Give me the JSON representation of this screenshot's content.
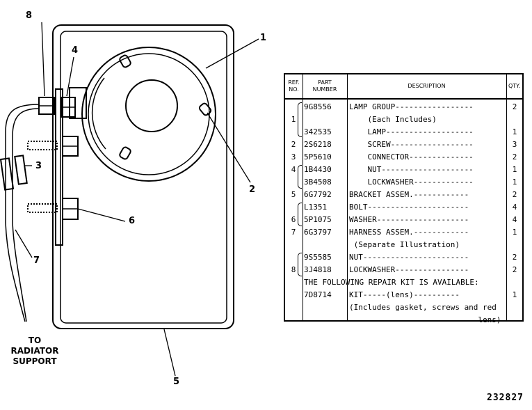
{
  "callouts": [
    "8",
    "4",
    "1",
    "3",
    "2",
    "6",
    "7",
    "5"
  ],
  "radiator_note": [
    "TO",
    "RADIATOR",
    "SUPPORT"
  ],
  "document_number": "232827",
  "table": {
    "headers": {
      "ref_line1": "REF.",
      "ref_line2": "NO.",
      "part_line1": "PART",
      "part_line2": "NUMBER",
      "description": "DESCRIPTION",
      "qty": "QTY."
    },
    "rows": [
      {
        "ref": "",
        "part": "9G8556",
        "desc": "LAMP GROUP-----------------",
        "qty": "2"
      },
      {
        "ref": "1",
        "part": "",
        "desc": "    (Each Includes)",
        "qty": ""
      },
      {
        "ref": "",
        "part": "342535",
        "desc": "    LAMP-------------------",
        "qty": "1"
      },
      {
        "ref": "2",
        "part": "2S6218",
        "desc": "    SCREW------------------",
        "qty": "3"
      },
      {
        "ref": "3",
        "part": "5P5610",
        "desc": "    CONNECTOR--------------",
        "qty": "2"
      },
      {
        "ref": "4",
        "part": "1B4430",
        "desc": "    NUT--------------------",
        "qty": "1"
      },
      {
        "ref": "",
        "part": "3B4508",
        "desc": "    LOCKWASHER-------------",
        "qty": "1"
      },
      {
        "ref": "5",
        "part": "6G7792",
        "desc": "BRACKET ASSEM.------------",
        "qty": "2"
      },
      {
        "ref": "",
        "part": "L1351",
        "desc": "BOLT----------------------",
        "qty": "4"
      },
      {
        "ref": "6",
        "part": "5P1075",
        "desc": "WASHER--------------------",
        "qty": "4"
      },
      {
        "ref": "7",
        "part": "6G3797",
        "desc": "HARNESS ASSEM.------------",
        "qty": "1"
      },
      {
        "ref": "",
        "part": "",
        "desc": " (Separate Illustration)",
        "qty": ""
      },
      {
        "ref": "",
        "part": "9S5585",
        "desc": "NUT-----------------------",
        "qty": "2"
      },
      {
        "ref": "8",
        "part": "3J4818",
        "desc": "LOCKWASHER----------------",
        "qty": "2"
      },
      {
        "ref": "",
        "part": "THE FOLLOWING REPAIR KIT IS AVAILABLE:",
        "desc": "",
        "qty": ""
      },
      {
        "ref": "",
        "part": "7D8714",
        "desc": "KIT-----(lens)----------",
        "qty": "1"
      },
      {
        "ref": "",
        "part": "",
        "desc": "(Includes gasket, screws and red",
        "qty": ""
      },
      {
        "ref": "",
        "part": "",
        "desc": "                            lens)",
        "qty": ""
      }
    ]
  }
}
